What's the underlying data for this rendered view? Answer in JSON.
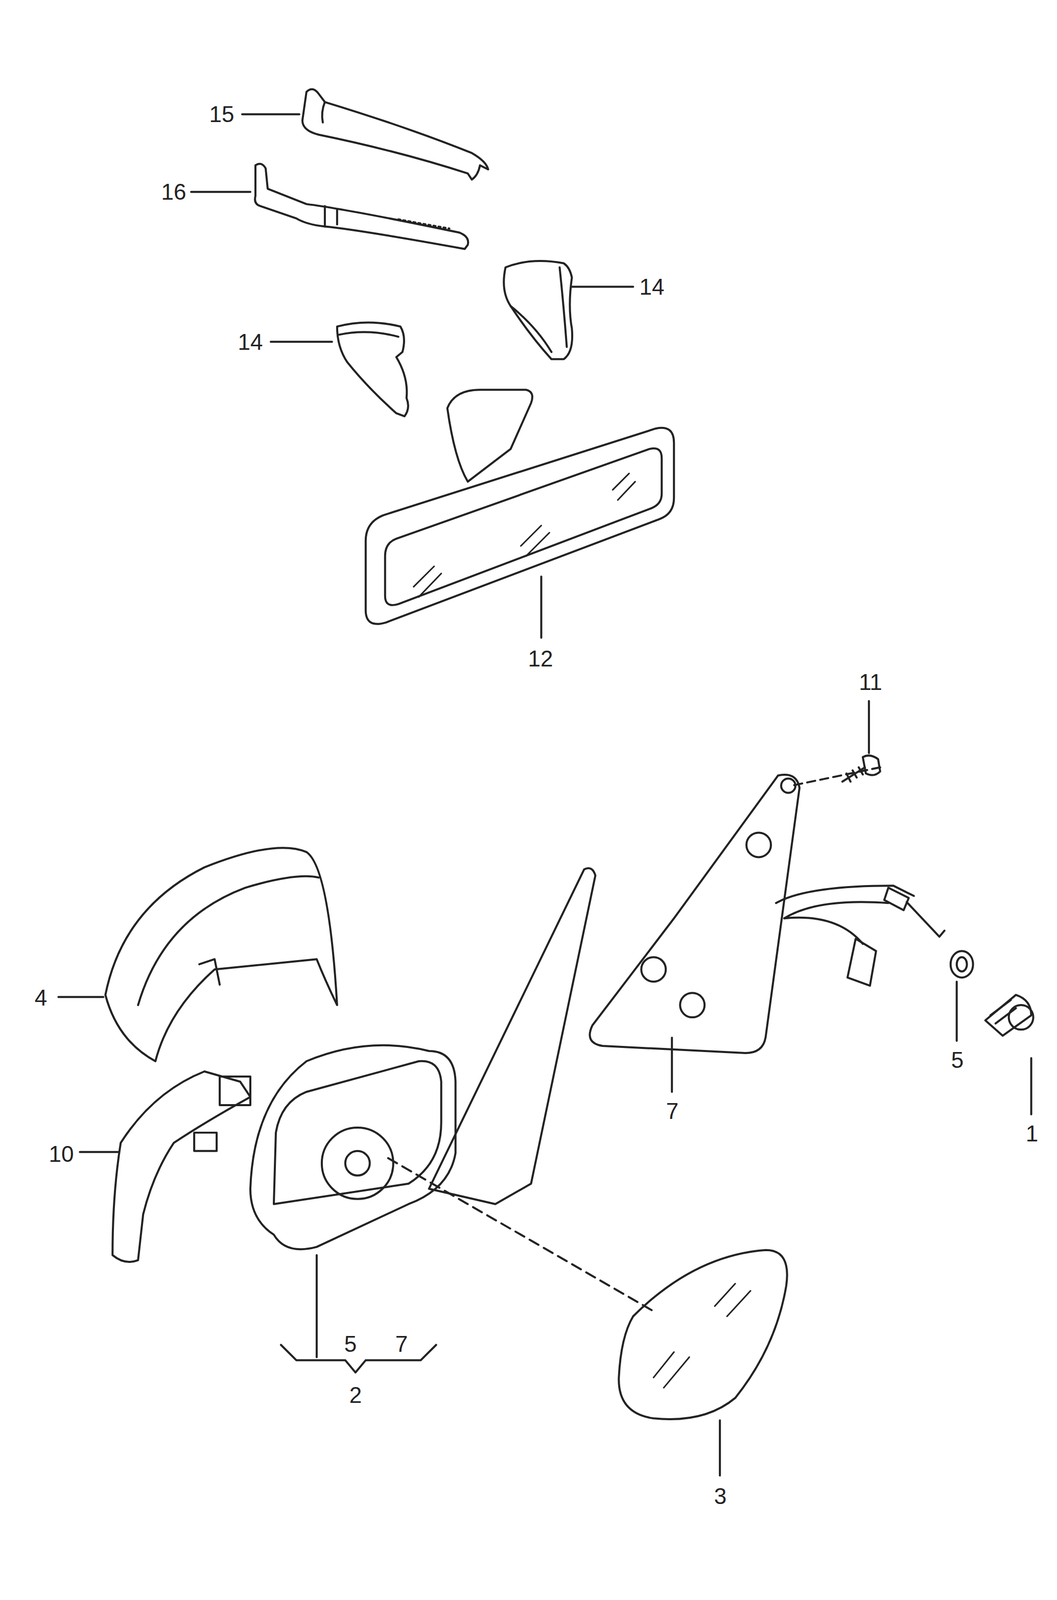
{
  "diagram": {
    "labels": [
      "15",
      "16",
      "14",
      "14",
      "12",
      "11",
      "4",
      "5",
      "1",
      "7",
      "10",
      "5",
      "7",
      "2",
      "3"
    ]
  }
}
